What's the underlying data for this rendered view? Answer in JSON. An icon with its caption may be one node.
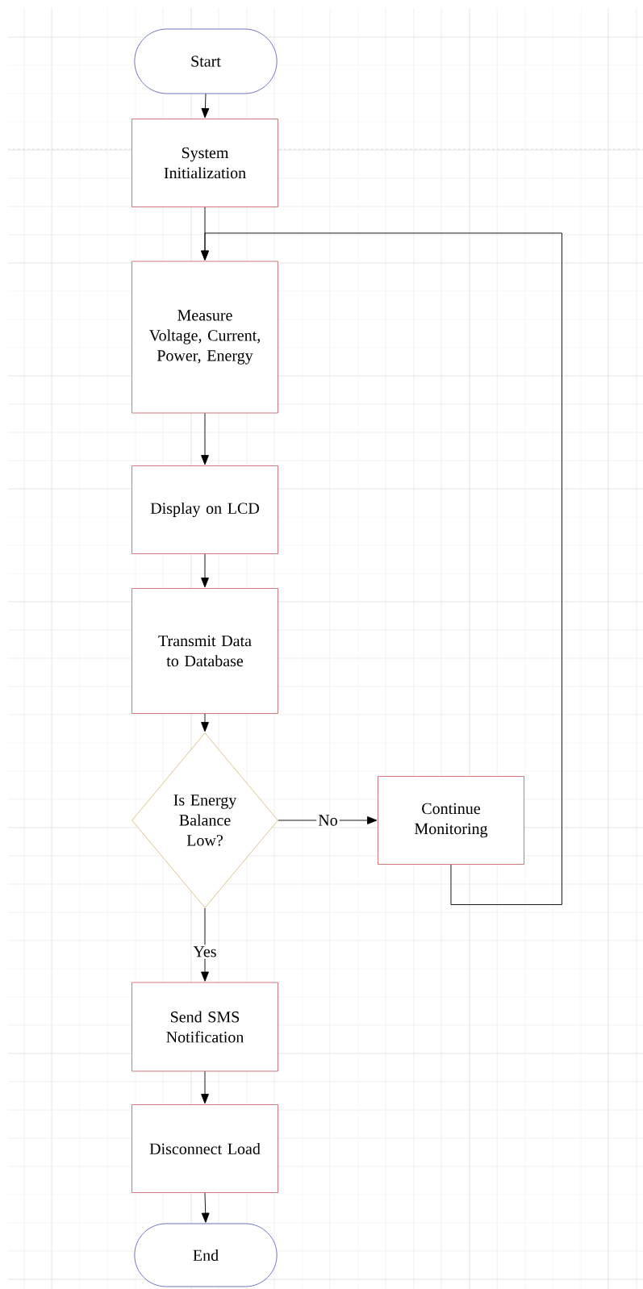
{
  "diagram": {
    "nodes": [
      {
        "text": [
          "Start"
        ]
      },
      {
        "text": [
          "System Initialization"
        ]
      },
      {
        "text": [
          "Measure Voltage, Current, Power, Energy"
        ]
      },
      {
        "text": [
          "Display on LCD"
        ]
      },
      {
        "text": [
          "Transmit Data to Database"
        ]
      },
      {
        "text": [
          "Is Energy Balance Low?"
        ]
      },
      {
        "text": [
          "Continue Monitoring"
        ]
      },
      {
        "text": [
          "Send SMS Notification"
        ]
      },
      {
        "text": [
          "Disconnect Load"
        ]
      },
      {
        "text": [
          "End"
        ]
      }
    ],
    "edges": [
      {
        "from": 0,
        "to": 1,
        "arrow": "to"
      },
      {
        "from": 1,
        "to": 2,
        "arrow": "to"
      },
      {
        "from": 2,
        "to": 3,
        "arrow": "to"
      },
      {
        "from": 3,
        "to": 4,
        "arrow": "to"
      },
      {
        "from": 4,
        "to": 5,
        "arrow": "to"
      },
      {
        "from": 5,
        "to": 6,
        "arrow": "to",
        "label": "No"
      },
      {
        "from": 5,
        "to": 7,
        "arrow": "to",
        "label": "Yes"
      },
      {
        "from": 7,
        "to": 8,
        "arrow": "to"
      },
      {
        "from": 8,
        "to": 9,
        "arrow": "to"
      },
      {
        "from": 6,
        "to": 2,
        "arrow": "to"
      }
    ]
  }
}
